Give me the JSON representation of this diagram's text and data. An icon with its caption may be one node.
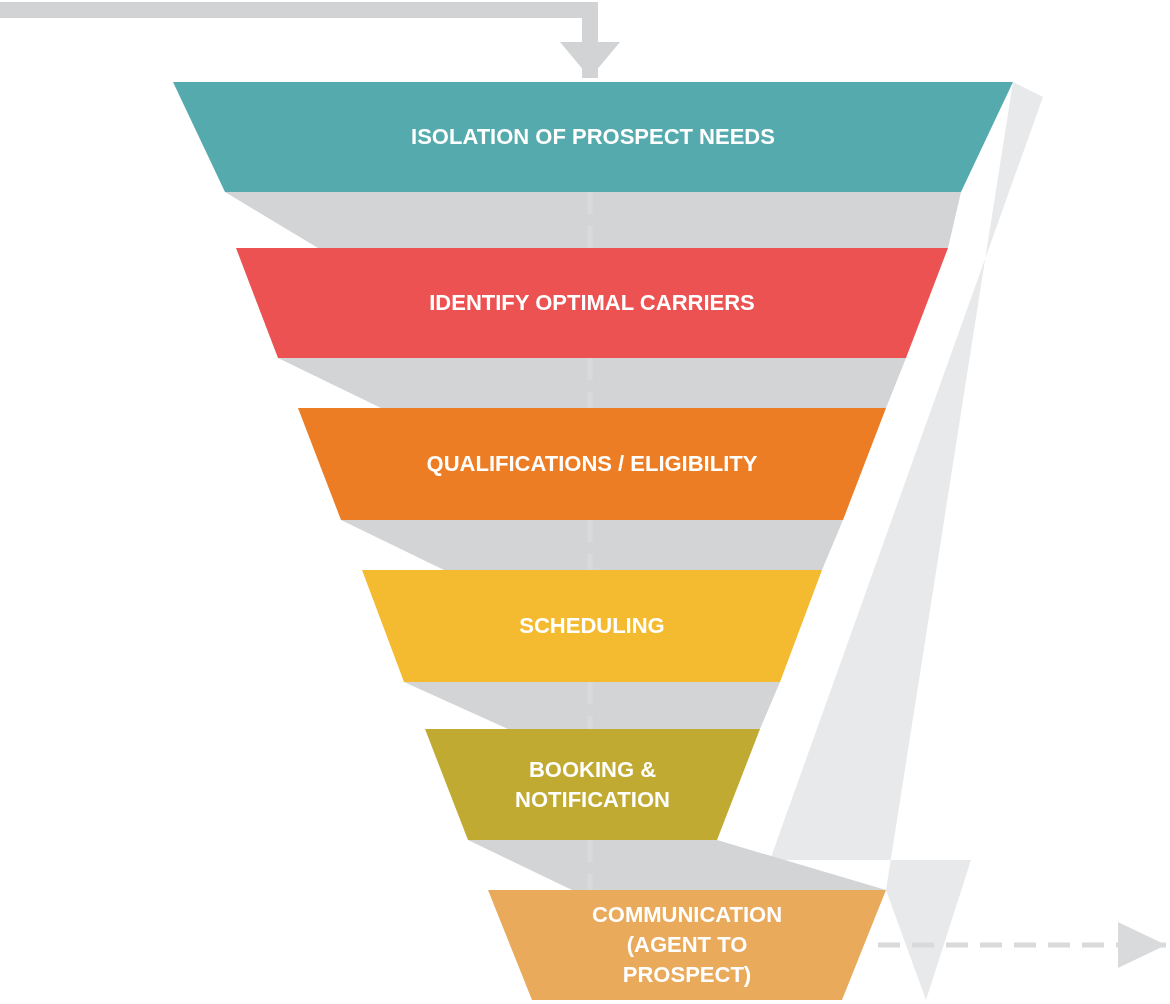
{
  "diagram": {
    "nodes": [
      {
        "text": [
          "ISOLATION OF PROSPECT NEEDS"
        ]
      },
      {
        "text": [
          "IDENTIFY OPTIMAL CARRIERS"
        ]
      },
      {
        "text": [
          "QUALIFICATIONS / ELIGIBILITY"
        ]
      },
      {
        "text": [
          "SCHEDULING"
        ]
      },
      {
        "text": [
          "BOOKING & NOTIFICATION"
        ]
      },
      {
        "text": [
          "COMMUNICATION (AGENT TO PROSPECT)"
        ]
      }
    ],
    "edges": [
      {
        "from": null,
        "to": 0,
        "arrow": "to",
        "style": "thick"
      },
      {
        "from": 0,
        "to": 1,
        "arrow": "none",
        "style": "dashed"
      },
      {
        "from": 1,
        "to": 2,
        "arrow": "none",
        "style": "dashed"
      },
      {
        "from": 2,
        "to": 3,
        "arrow": "none",
        "style": "dashed"
      },
      {
        "from": 3,
        "to": 4,
        "arrow": "none",
        "style": "dashed"
      },
      {
        "from": 4,
        "to": 5,
        "arrow": "none",
        "style": "dashed"
      },
      {
        "from": 5,
        "to": null,
        "arrow": "to",
        "style": "dashed"
      }
    ]
  }
}
